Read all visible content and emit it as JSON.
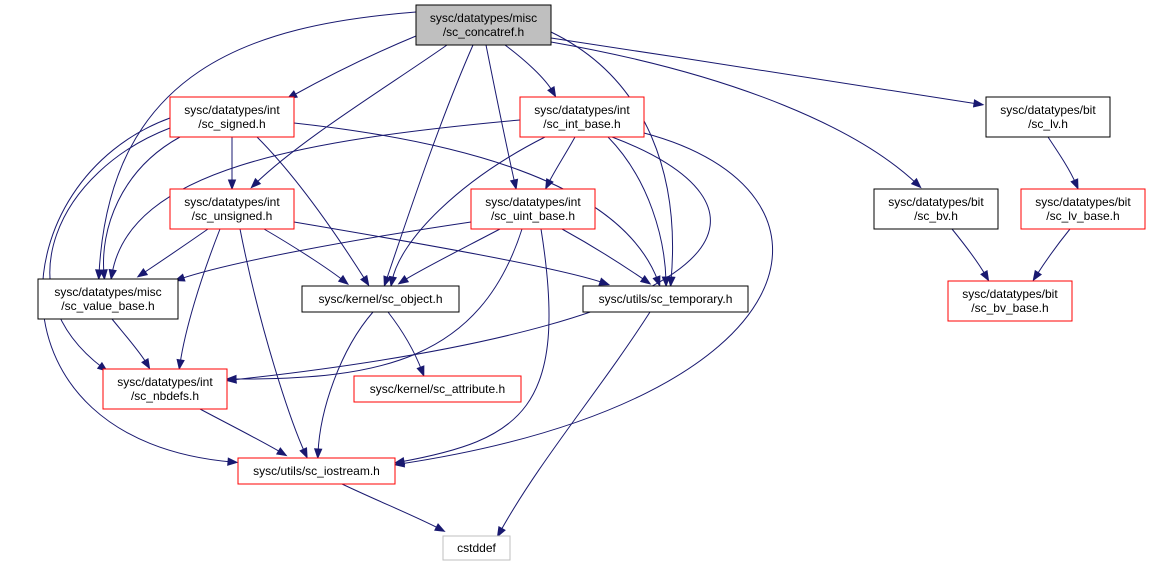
{
  "colors": {
    "edge": "#191970",
    "root_fill": "#bfbfbf",
    "root_border": "#000000",
    "red_border": "#ff0000",
    "black_border": "#000000",
    "gray_border": "#bfbfbf",
    "box_fill": "#ffffff"
  },
  "nodes": [
    {
      "id": "concatref",
      "lines": [
        "sysc/datatypes/misc",
        "/sc_concatref.h"
      ],
      "style": "root"
    },
    {
      "id": "signed",
      "lines": [
        "sysc/datatypes/int",
        "/sc_signed.h"
      ],
      "style": "red"
    },
    {
      "id": "int_base",
      "lines": [
        "sysc/datatypes/int",
        "/sc_int_base.h"
      ],
      "style": "red"
    },
    {
      "id": "lv",
      "lines": [
        "sysc/datatypes/bit",
        "/sc_lv.h"
      ],
      "style": "black"
    },
    {
      "id": "unsigned",
      "lines": [
        "sysc/datatypes/int",
        "/sc_unsigned.h"
      ],
      "style": "red"
    },
    {
      "id": "uint_base",
      "lines": [
        "sysc/datatypes/int",
        "/sc_uint_base.h"
      ],
      "style": "red"
    },
    {
      "id": "bv",
      "lines": [
        "sysc/datatypes/bit",
        "/sc_bv.h"
      ],
      "style": "black"
    },
    {
      "id": "lv_base",
      "lines": [
        "sysc/datatypes/bit",
        "/sc_lv_base.h"
      ],
      "style": "red"
    },
    {
      "id": "value_base",
      "lines": [
        "sysc/datatypes/misc",
        "/sc_value_base.h"
      ],
      "style": "black"
    },
    {
      "id": "object",
      "lines": [
        "sysc/kernel/sc_object.h"
      ],
      "style": "black"
    },
    {
      "id": "temporary",
      "lines": [
        "sysc/utils/sc_temporary.h"
      ],
      "style": "black"
    },
    {
      "id": "bv_base",
      "lines": [
        "sysc/datatypes/bit",
        "/sc_bv_base.h"
      ],
      "style": "red"
    },
    {
      "id": "nbdefs",
      "lines": [
        "sysc/datatypes/int",
        "/sc_nbdefs.h"
      ],
      "style": "red"
    },
    {
      "id": "attribute",
      "lines": [
        "sysc/kernel/sc_attribute.h"
      ],
      "style": "red"
    },
    {
      "id": "iostream",
      "lines": [
        "sysc/utils/sc_iostream.h"
      ],
      "style": "red"
    },
    {
      "id": "cstddef",
      "lines": [
        "cstddef"
      ],
      "style": "gray"
    }
  ],
  "edges": [
    {
      "from": "concatref",
      "to": "signed"
    },
    {
      "from": "concatref",
      "to": "int_base"
    },
    {
      "from": "concatref",
      "to": "lv"
    },
    {
      "from": "concatref",
      "to": "unsigned"
    },
    {
      "from": "concatref",
      "to": "uint_base"
    },
    {
      "from": "concatref",
      "to": "bv"
    },
    {
      "from": "concatref",
      "to": "value_base"
    },
    {
      "from": "concatref",
      "to": "object"
    },
    {
      "from": "concatref",
      "to": "temporary"
    },
    {
      "from": "signed",
      "to": "unsigned"
    },
    {
      "from": "signed",
      "to": "value_base"
    },
    {
      "from": "signed",
      "to": "object"
    },
    {
      "from": "signed",
      "to": "temporary"
    },
    {
      "from": "signed",
      "to": "nbdefs"
    },
    {
      "from": "signed",
      "to": "iostream"
    },
    {
      "from": "int_base",
      "to": "uint_base"
    },
    {
      "from": "int_base",
      "to": "value_base"
    },
    {
      "from": "int_base",
      "to": "object"
    },
    {
      "from": "int_base",
      "to": "temporary"
    },
    {
      "from": "int_base",
      "to": "nbdefs"
    },
    {
      "from": "int_base",
      "to": "iostream"
    },
    {
      "from": "lv",
      "to": "lv_base"
    },
    {
      "from": "unsigned",
      "to": "value_base"
    },
    {
      "from": "unsigned",
      "to": "object"
    },
    {
      "from": "unsigned",
      "to": "temporary"
    },
    {
      "from": "unsigned",
      "to": "nbdefs"
    },
    {
      "from": "unsigned",
      "to": "iostream"
    },
    {
      "from": "uint_base",
      "to": "value_base"
    },
    {
      "from": "uint_base",
      "to": "object"
    },
    {
      "from": "uint_base",
      "to": "temporary"
    },
    {
      "from": "uint_base",
      "to": "nbdefs"
    },
    {
      "from": "uint_base",
      "to": "iostream"
    },
    {
      "from": "bv",
      "to": "bv_base"
    },
    {
      "from": "lv_base",
      "to": "bv_base"
    },
    {
      "from": "value_base",
      "to": "nbdefs"
    },
    {
      "from": "object",
      "to": "attribute"
    },
    {
      "from": "object",
      "to": "iostream"
    },
    {
      "from": "temporary",
      "to": "cstddef"
    },
    {
      "from": "nbdefs",
      "to": "iostream"
    },
    {
      "from": "iostream",
      "to": "cstddef"
    }
  ]
}
